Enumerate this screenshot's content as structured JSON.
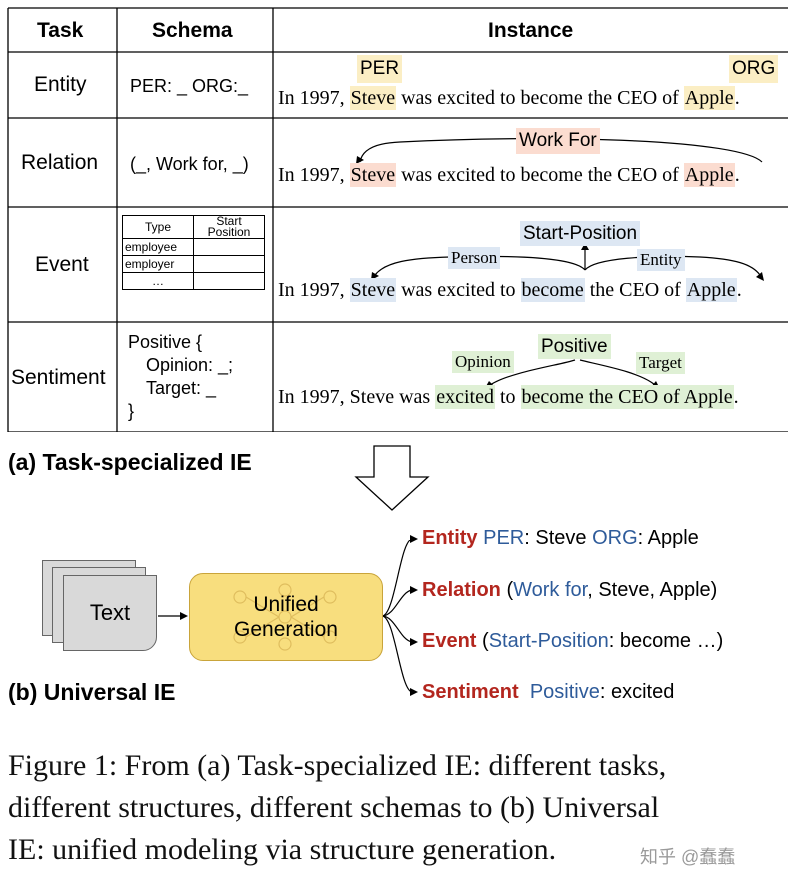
{
  "table": {
    "headers": {
      "task": "Task",
      "schema": "Schema",
      "instance": "Instance"
    },
    "rows": {
      "entity": {
        "task": "Entity",
        "schema": "PER: _ ORG:_",
        "sentence": {
          "prefix": "In 1997, ",
          "w1": "Steve",
          "mid": " was excited to become the CEO of ",
          "w2": "Apple",
          "suffix": "."
        },
        "tag1": "PER",
        "tag2": "ORG"
      },
      "relation": {
        "task": "Relation",
        "schema": "(_, Work for, _)",
        "sentence": {
          "prefix": "In 1997, ",
          "w1": "Steve",
          "mid": " was excited to become the CEO of ",
          "w2": "Apple",
          "suffix": "."
        },
        "label": "Work For"
      },
      "event": {
        "task": "Event",
        "mini_table": {
          "header_type": "Type",
          "header_start": "Start",
          "header_position": "Position",
          "rows": [
            "employee",
            "employer",
            "…"
          ]
        },
        "sentence": {
          "prefix": "In 1997, ",
          "w1": "Steve",
          "mid1": " was excited to ",
          "w2": "become",
          "mid2": " the CEO of ",
          "w3": "Apple",
          "suffix": "."
        },
        "trigger_label": "Start-Position",
        "role1": "Person",
        "role2": "Entity"
      },
      "sentiment": {
        "task": "Sentiment",
        "schema_lines": [
          "Positive {",
          "Opinion: _;",
          "Target: _",
          "}"
        ],
        "sentence": {
          "prefix": "In 1997, Steve was ",
          "w1": "excited",
          "mid": " to ",
          "w2": "become the CEO of Apple",
          "suffix": "."
        },
        "polarity": "Positive",
        "role1": "Opinion",
        "role2": "Target"
      }
    }
  },
  "label_a": "(a) Task-specialized IE",
  "label_b": "(b) Universal IE",
  "input_label": "Text",
  "model_label": [
    "Unified",
    "Generation"
  ],
  "outputs": {
    "entity": {
      "task": "Entity",
      "k1": "PER",
      "v1": ": Steve ",
      "k2": "ORG",
      "v2": ": Apple"
    },
    "relation": {
      "task": "Relation",
      "open": " (",
      "rel": "Work for",
      "rest": ", Steve, Apple)"
    },
    "event": {
      "task": "Event",
      "open": "  (",
      "type": "Start-Position",
      "rest": ": become …)"
    },
    "sentiment": {
      "task": "Sentiment",
      "pol": "Positive",
      "rest": ": excited"
    }
  },
  "caption_lines": [
    "Figure 1: From (a) Task-specialized IE: different tasks,",
    "different structures, different schemas to (b) Universal",
    "IE: unified modeling via structure generation."
  ],
  "watermark": "知乎 @蠢蠢"
}
